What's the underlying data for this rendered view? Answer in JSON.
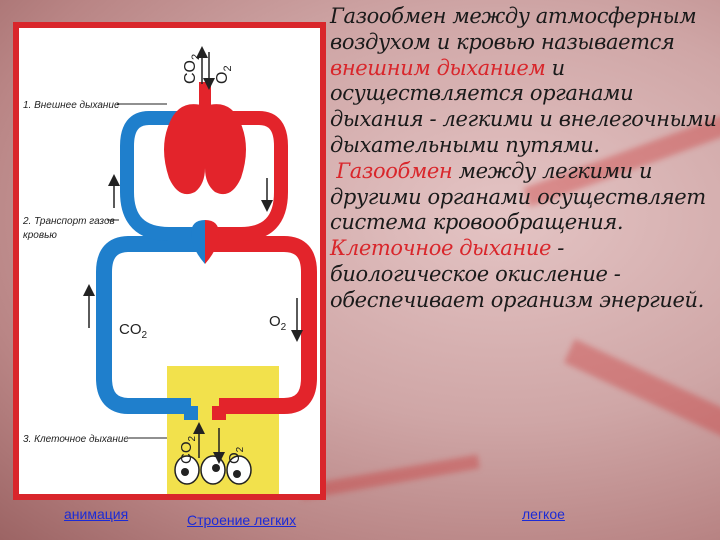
{
  "diagram": {
    "labels": {
      "external_breathing": "1. Внешнее дыхание",
      "gas_transport_line1": "2. Транспорт газов",
      "gas_transport_line2": "кровью",
      "cellular_breathing": "3. Клеточное дыхание"
    },
    "gases": {
      "co2_main": "CO",
      "co2_sub": "2",
      "o2_main": "O",
      "o2_sub": "2"
    },
    "colors": {
      "venous_blue": "#1f7fcc",
      "arterial_red": "#e3242b",
      "tissue_yellow": "#f2e14c",
      "frame_red": "#d9262b"
    }
  },
  "text": {
    "p1_a": "Газообмен между атмосферным воздухом и кровью называется ",
    "p1_red": "внешним дыханием",
    "p1_b": " и осуществляется органами дыхания - легкими и внелегочными дыхательными путями.",
    "p2_red": "Газообмен",
    "p2_b": " между легкими и другими органами осуществляет система кровообращения.",
    "p3_red": "Клеточное дыхание",
    "p3_b": " - биологическое окисление - обеспечивает организм энергией."
  },
  "links": {
    "animation": "анимация",
    "lung_structure": "Строение легких",
    "lung": "легкое"
  }
}
